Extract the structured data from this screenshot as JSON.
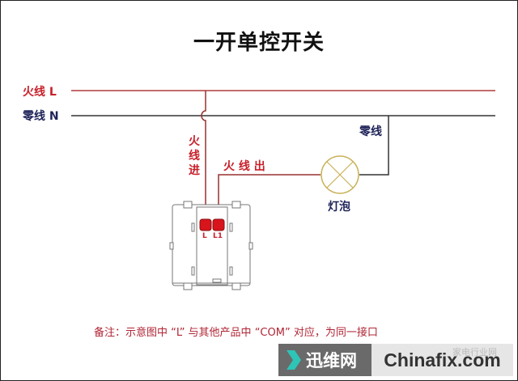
{
  "title": "一开单控开关",
  "lines": {
    "live": {
      "label": "火线 L",
      "color": "#c8202a"
    },
    "neutral": {
      "label": "零线 N",
      "color": "#1e2258"
    }
  },
  "labels": {
    "live_in": [
      "火",
      "线",
      "进"
    ],
    "live_out": "火 线 出",
    "neutral_to_lamp": "零线",
    "bulb": "灯泡",
    "terminal_l": "L",
    "terminal_l1": "L1"
  },
  "note": "备注：示意图中 “L” 与其他产品中 “COM” 对应，为同一接口",
  "watermark": {
    "cn": "迅维网",
    "en": "Chinafix.com",
    "faint": "家电行业网",
    "accent": "#2ec4b6"
  }
}
